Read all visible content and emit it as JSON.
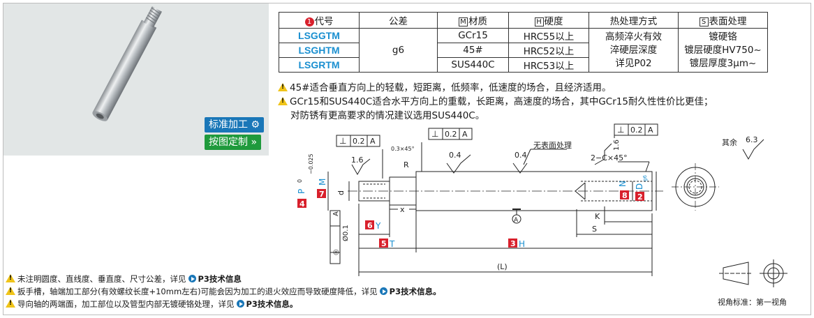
{
  "tags": {
    "standard": "标准加工",
    "custom": "按图定制"
  },
  "table": {
    "headers": {
      "code_num": "1",
      "code": "代号",
      "tolerance": "公差",
      "material_box": "M",
      "material": "材质",
      "hardness_box": "H",
      "hardness": "硬度",
      "heat": "热处理方式",
      "surface_box": "S",
      "surface": "表面处理"
    },
    "codes": [
      "LSGGTM",
      "LSGHTM",
      "LSGRTM"
    ],
    "tolerance": "g6",
    "materials": [
      "GCr15",
      "45#",
      "SUS440C"
    ],
    "hardness": [
      "HRC55以上",
      "HRC52以上",
      "HRC53以上"
    ],
    "heat": [
      "高频淬火有效",
      "淬硬层深度",
      "详见P02"
    ],
    "surface": [
      "镀硬铬",
      "镀层硬度HV750~",
      "镀层厚度3μm~"
    ]
  },
  "notes": {
    "n1": "45#适合垂直方向上的轻载，短距离，低频率，低速度的场合，且经济适用。",
    "n2": "GCr15和SUS440C适合水平方向上的重载，长距离，高速度的场合，其中GCr15耐久性性价比更佳；",
    "n3": "对防锈有更高要求的情况建议选用SUS440C。"
  },
  "footnotes": {
    "f1_pre": "未注明圆度、直线度、垂直度、尺寸公差，详见",
    "f1_ref": "P3技术信息",
    "f2_pre": "扳手槽，轴端加工部分(有效螺纹长度+10mm左右)可能会因为加工的退火效应而导致硬度降低，详见",
    "f2_ref": "P3技术信息。",
    "f3_pre": "导向轴的两端面，加工部位以及管型内部无镀硬铬处理，详见",
    "f3_ref": "P3技术信息。"
  },
  "drawing": {
    "gd_top_left": [
      "⊥",
      "0.2",
      "A"
    ],
    "gd_top_mid": [
      "⊥",
      "0.2",
      "A"
    ],
    "gd_top_right": [
      "⊥",
      "0.2",
      "A"
    ],
    "gd_side": [
      "◎",
      "Ø0.1",
      "A"
    ],
    "chamfer_small": "0.3×45°",
    "rough_16_left": "1.6",
    "rough_04_a": "0.4",
    "rough_04_b": "0.4",
    "rough_16_right": "1.6",
    "rough_rest": "6.3",
    "rest_label": "其余",
    "no_surface": "无表面处理",
    "chamfer_c": "2−C×45°",
    "r_label": "R",
    "x_label": "x",
    "k_label": "K",
    "s_label": "S",
    "datum": "A",
    "l_label": "(L)",
    "p_tol_top": "0",
    "p_tol_bot": "−0.025",
    "p_label": "P",
    "d_label": "d",
    "m_label": "M",
    "n_label": "N",
    "dg6_label": "D",
    "dg6_sub": "g6",
    "y_label": "Y",
    "t_label": "T",
    "h_label": "H",
    "num4": "4",
    "num7": "7",
    "num6": "6",
    "num5": "5",
    "num3": "3",
    "num8": "8",
    "num2": "2",
    "view_label": "视角标准：第一视角"
  }
}
